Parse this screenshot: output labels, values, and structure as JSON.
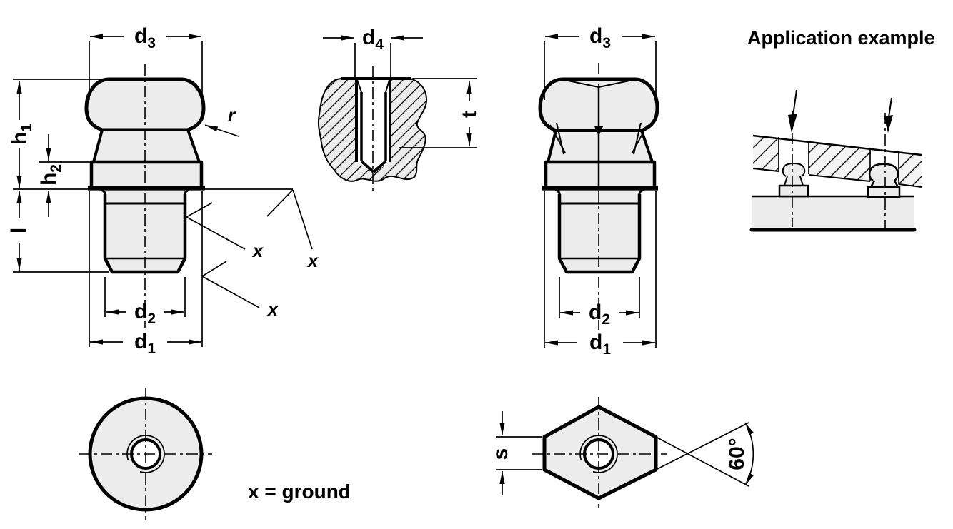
{
  "figure": {
    "application_title": "Application example",
    "ground_note": "x = ground"
  },
  "dims": {
    "front": {
      "d3": {
        "base": "d",
        "sub": "3"
      },
      "h1": {
        "base": "h",
        "sub": "1"
      },
      "h2": {
        "base": "h",
        "sub": "2"
      },
      "l": "l",
      "r": "r",
      "d2": {
        "base": "d",
        "sub": "2"
      },
      "d1": {
        "base": "d",
        "sub": "1"
      },
      "x_marks": [
        "x",
        "x",
        "x"
      ]
    },
    "section": {
      "d4": {
        "base": "d",
        "sub": "4"
      },
      "t": "t"
    },
    "side": {
      "d3": {
        "base": "d",
        "sub": "3"
      },
      "d2": {
        "base": "d",
        "sub": "2"
      },
      "d1": {
        "base": "d",
        "sub": "1"
      }
    },
    "hex": {
      "s": "s",
      "angle": "60°"
    }
  },
  "colors": {
    "line": "#000000",
    "part_fill": "#ececec",
    "background": "#ffffff"
  }
}
